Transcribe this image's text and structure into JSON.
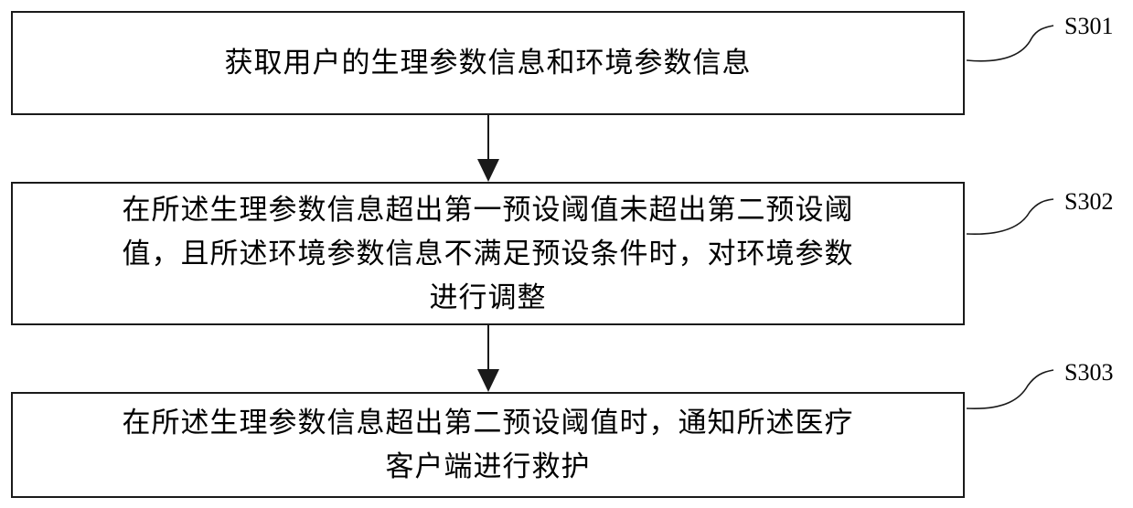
{
  "steps": [
    {
      "id": "S301",
      "lines": [
        "获取用户的生理参数信息和环境参数信息"
      ]
    },
    {
      "id": "S302",
      "lines": [
        "在所述生理参数信息超出第一预设阈值未超出第二预设阈",
        "值，且所述环境参数信息不满足预设条件时，对环境参数",
        "进行调整"
      ]
    },
    {
      "id": "S303",
      "lines": [
        "在所述生理参数信息超出第二预设阈值时，通知所述医疗",
        "客户端进行救护"
      ]
    }
  ],
  "colors": {
    "stroke": "#1a1a1a",
    "text": "#000000",
    "background": "#ffffff"
  }
}
